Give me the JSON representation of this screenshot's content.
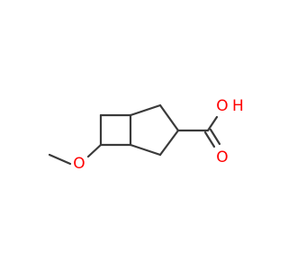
{
  "molecule": {
    "atoms": {
      "methoxy_oxygen": "O",
      "hydroxyl_oxygen": "O",
      "hydroxyl_hydrogen": "H",
      "carbonyl_oxygen": "O"
    },
    "colors": {
      "bond": "#3a3a3a",
      "heteroatom": "#ff0000",
      "background": "#ffffff"
    }
  }
}
